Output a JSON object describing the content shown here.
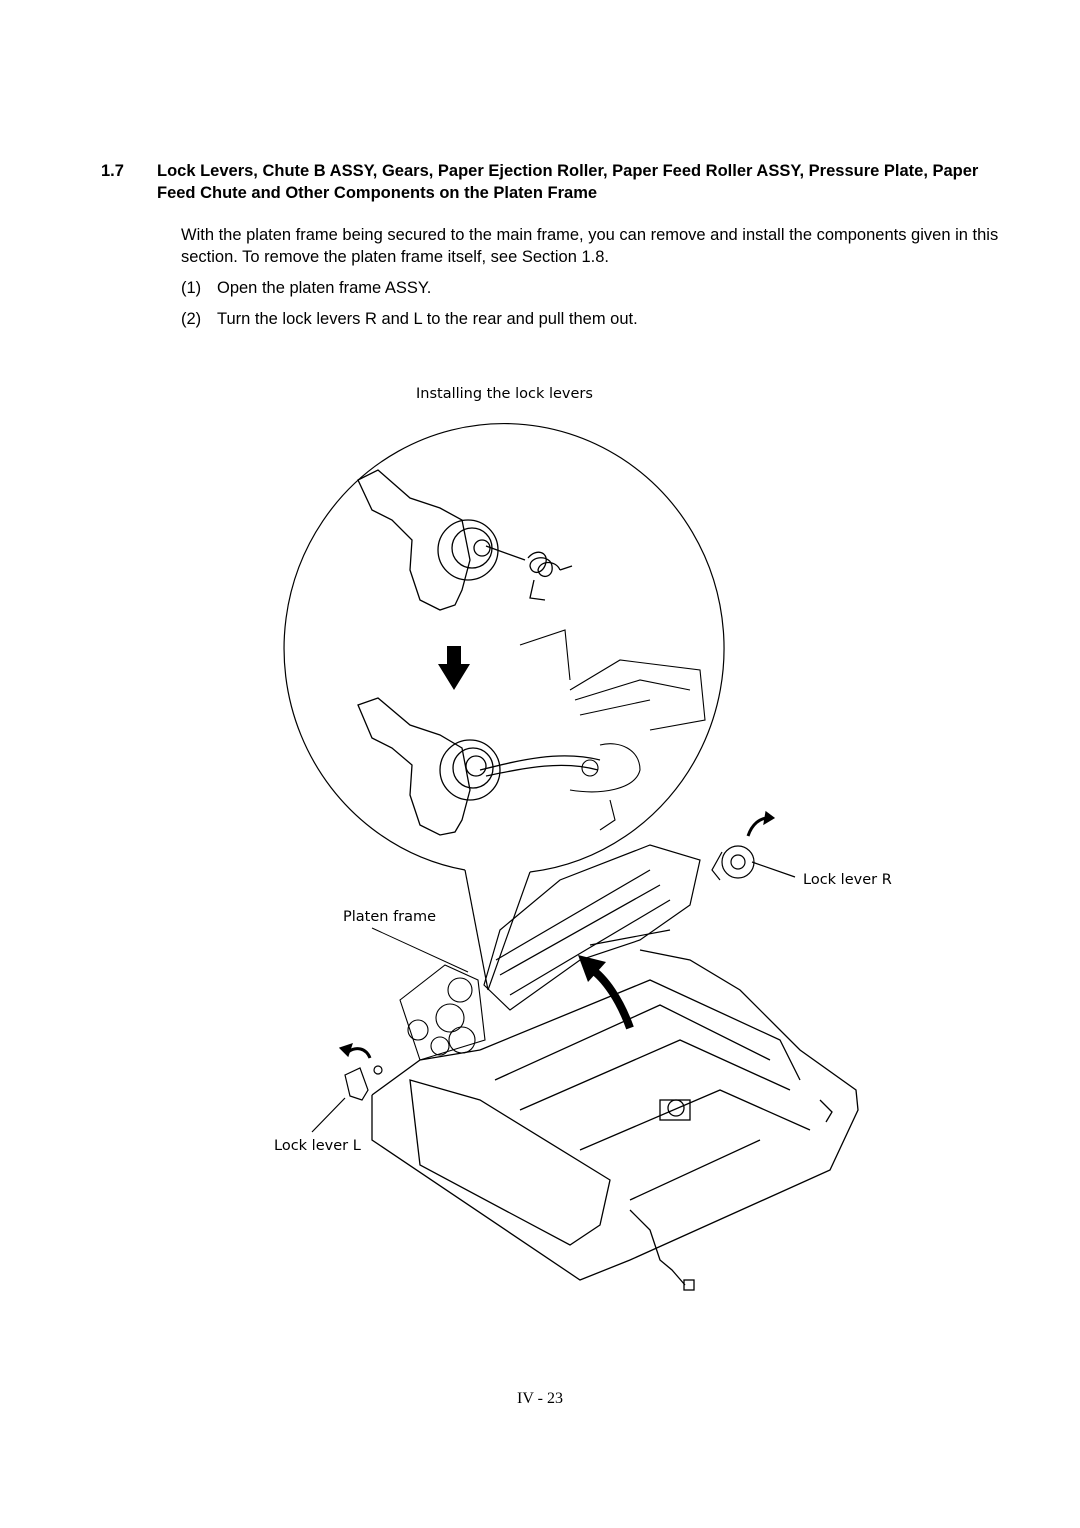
{
  "section": {
    "number": "1.7",
    "title": "Lock Levers, Chute B ASSY, Gears, Paper Ejection Roller, Paper Feed Roller ASSY, Pressure Plate, Paper Feed Chute and Other Components on the Platen Frame"
  },
  "intro": "With the platen frame being secured to the main frame, you can remove and install the components given in this section.  To remove the platen frame itself, see Section 1.8.",
  "steps": [
    {
      "num": "(1)",
      "text": "Open the platen frame ASSY."
    },
    {
      "num": "(2)",
      "text": "Turn the lock levers R and L to the rear and pull them out."
    }
  ],
  "figure": {
    "detail_title": "Installing the lock levers",
    "label_lock_lever_r": "Lock lever R",
    "label_platen_frame": "Platen frame",
    "label_lock_lever_l": "Lock lever L"
  },
  "page_number": "IV - 23"
}
